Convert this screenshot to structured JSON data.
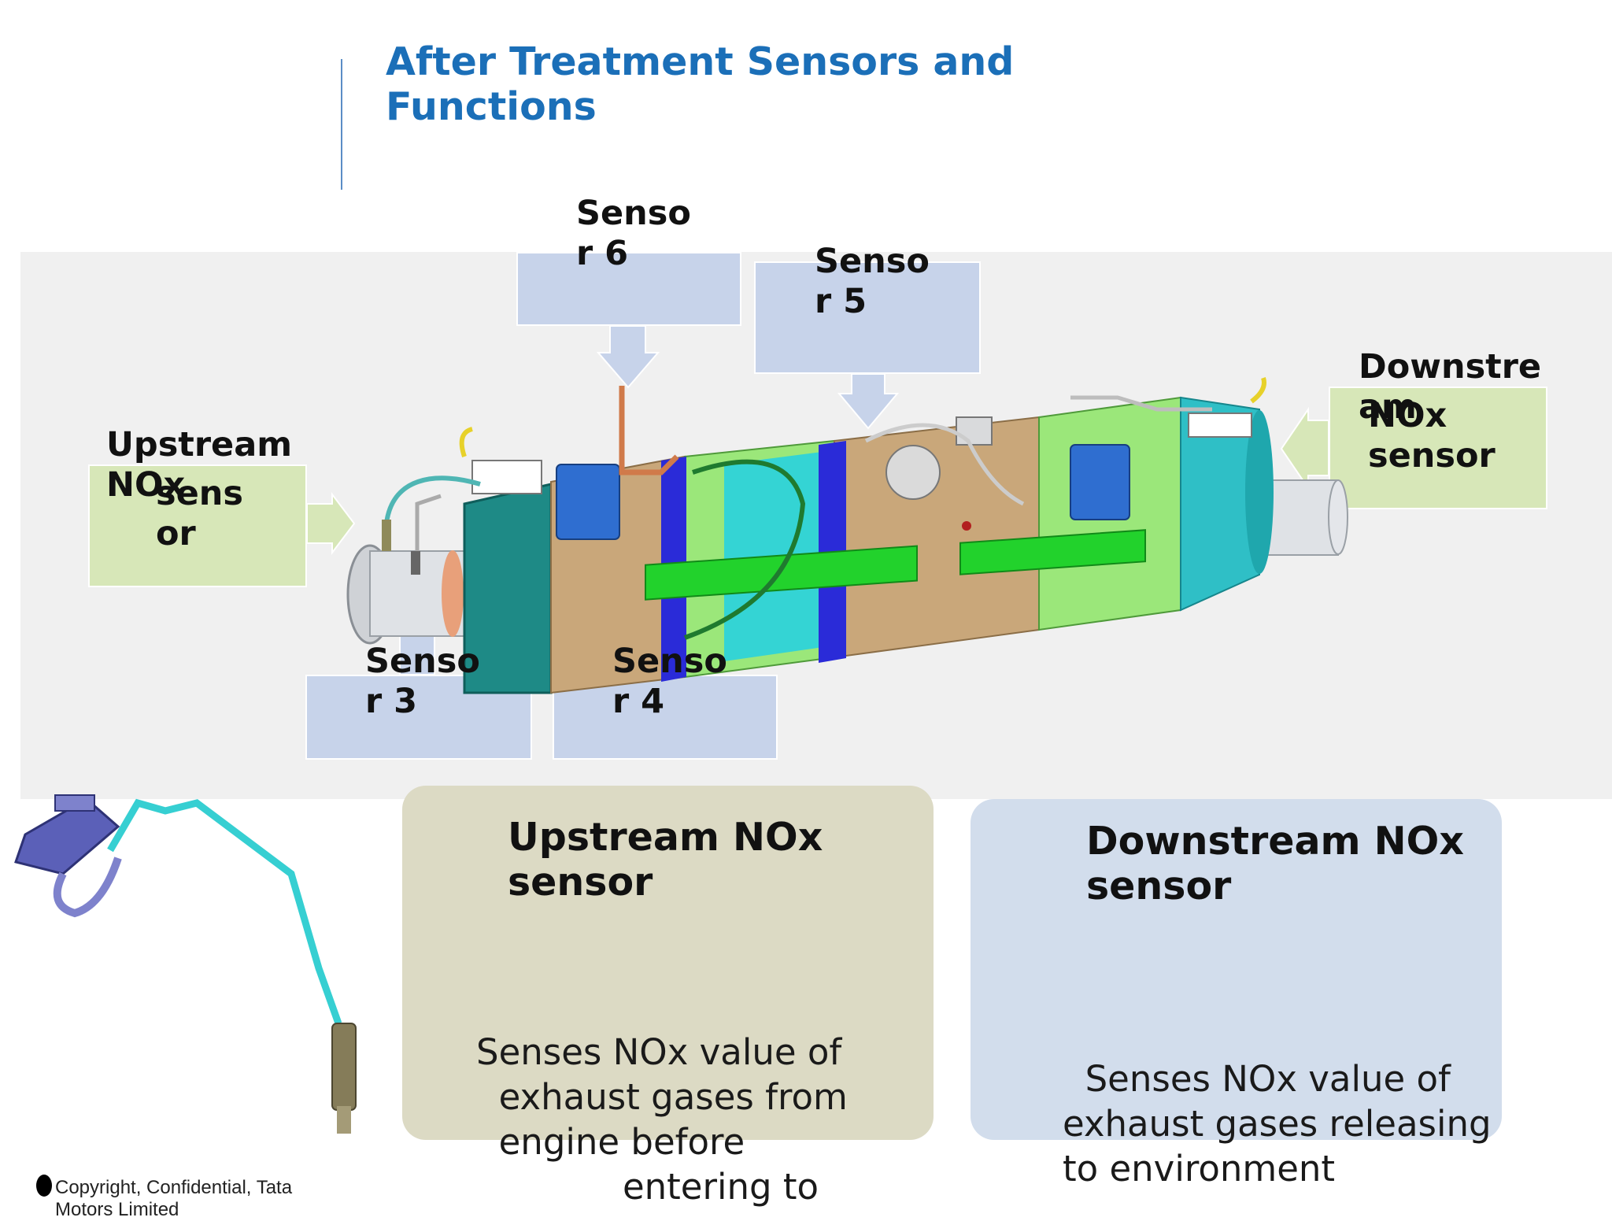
{
  "slide": {
    "title": "After Treatment Sensors and\nFunctions"
  },
  "callouts": {
    "sensor6": "Senso\nr 6",
    "sensor5": "Senso\nr 5",
    "sensor3": "Senso\nr 3",
    "sensor4": "Senso\nr 4",
    "upstream_a": "Upstream\nNOx",
    "upstream_b": "sens\nor",
    "downstream_a": "Downstre\nam",
    "downstream_b": "NOx\nsensor"
  },
  "cards": {
    "upstream": {
      "heading": "Upstream NOx\nsensor",
      "body": "Senses NOx value of\n  exhaust gases from\n  engine before\n             entering to"
    },
    "downstream": {
      "heading": "Downstream NOx\nsensor",
      "body": "  Senses NOx value of\nexhaust gases releasing\nto environment"
    }
  },
  "footer": {
    "copyright": "Copyright, Confidential, Tata\nMotors Limited"
  },
  "colors": {
    "title": "#1b6fb8",
    "callout_blue": "#c7d3ea",
    "callout_green": "#d7e7b8",
    "card_upstream": "#dcdac4",
    "card_downstream": "#d2ddec"
  }
}
